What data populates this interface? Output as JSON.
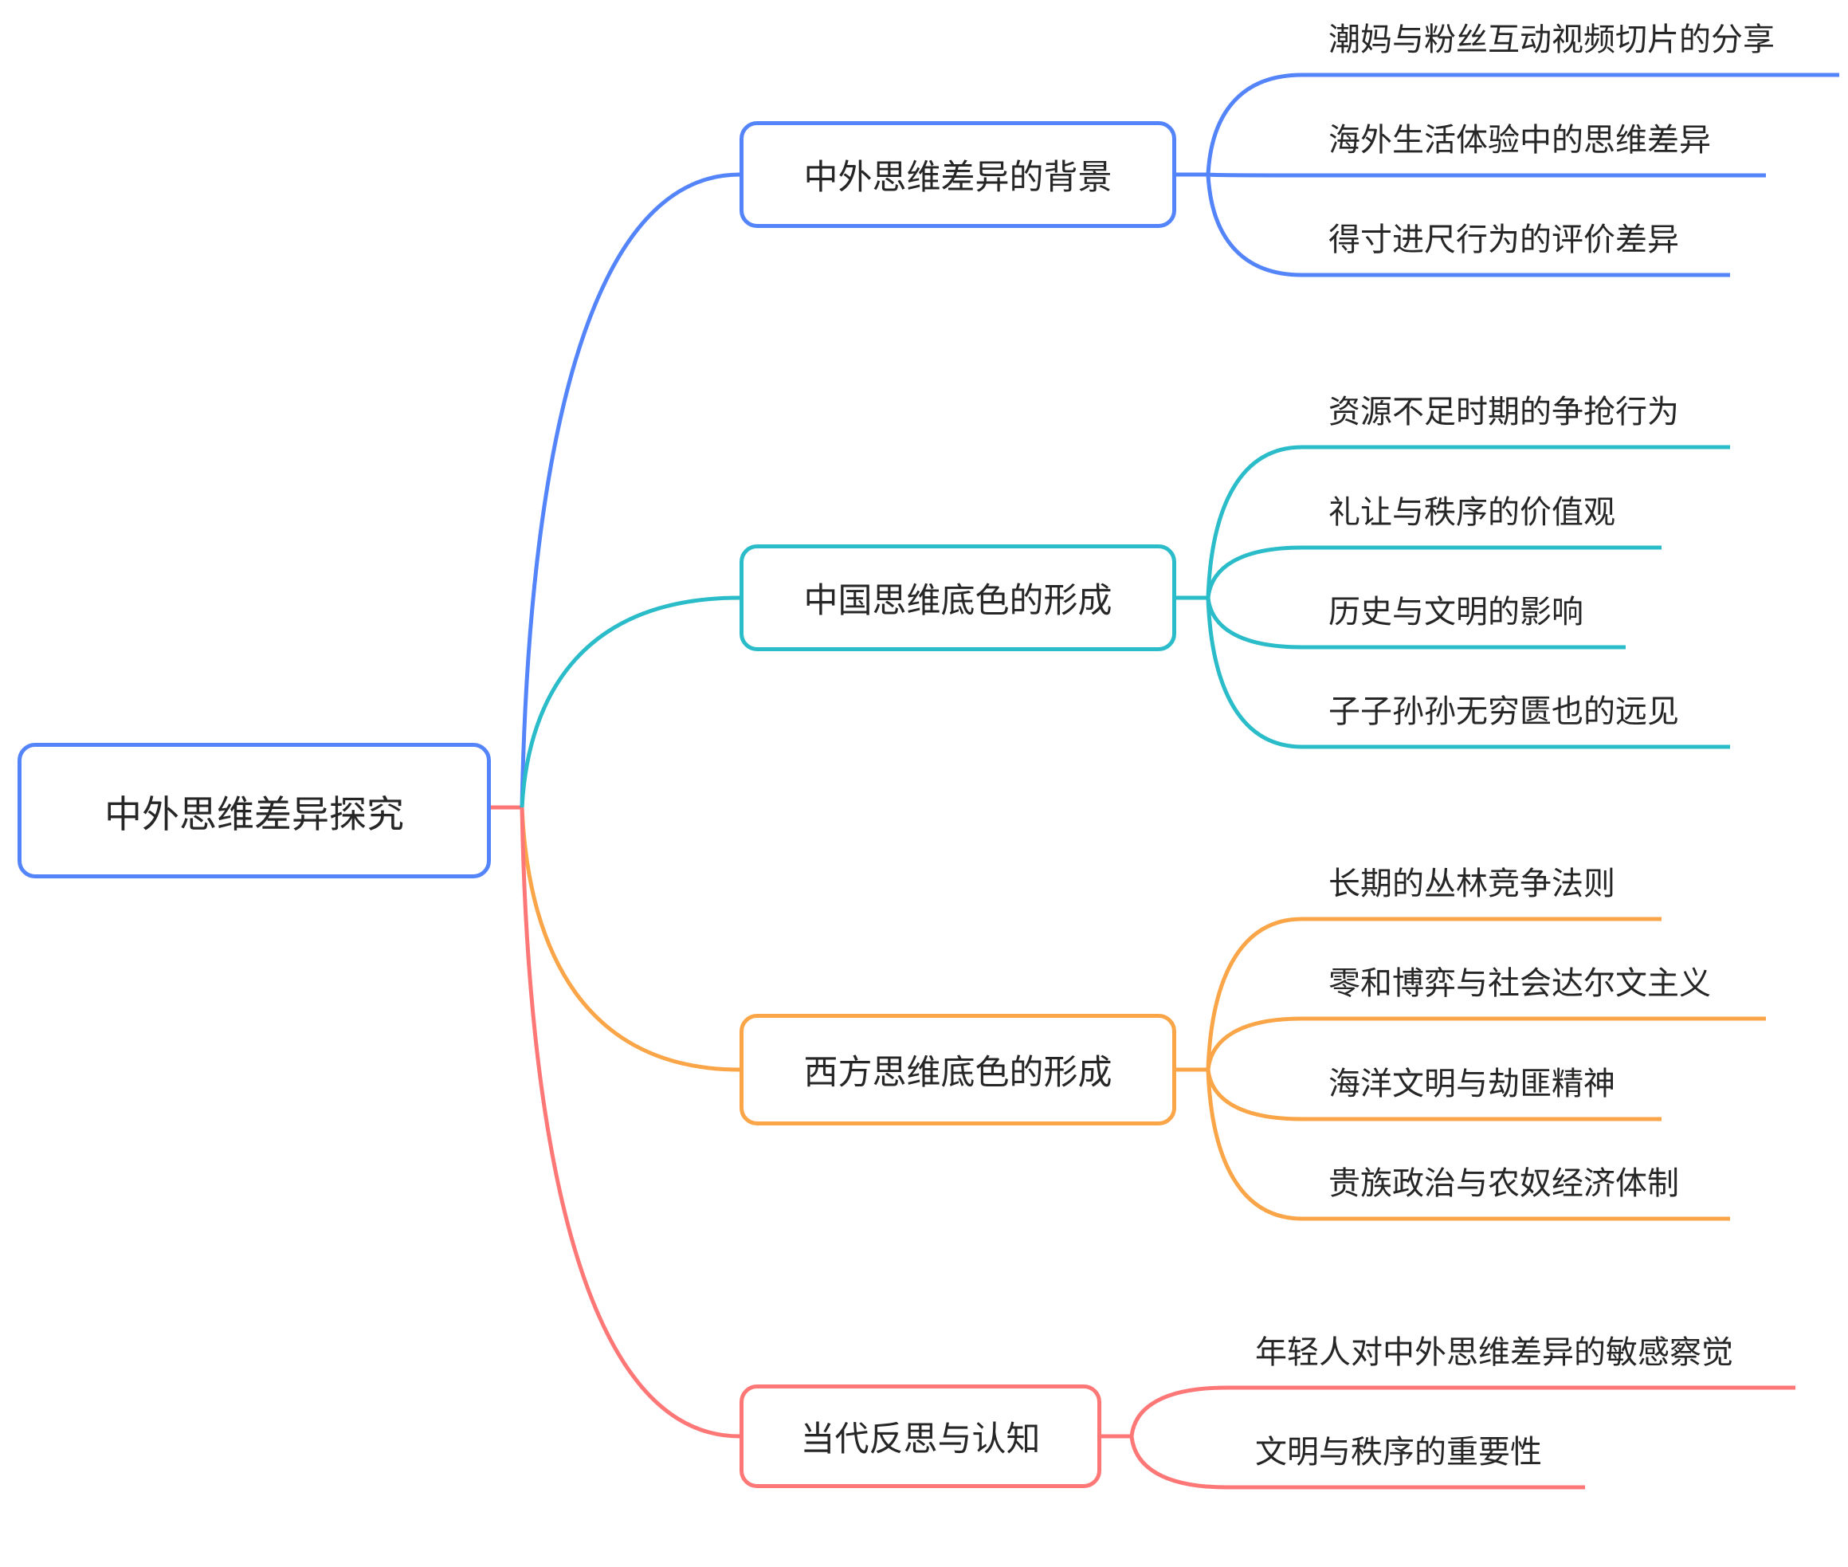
{
  "colors": {
    "root_border": "#5384fa",
    "text": "#262626"
  },
  "root": {
    "label": "中外思维差异探究",
    "connector_color": "#fd7777"
  },
  "branches": [
    {
      "label": "中外思维差异的背景",
      "color": "#5384fa",
      "children": [
        "潮妈与粉丝互动视频切片的分享",
        "海外生活体验中的思维差异",
        "得寸进尺行为的评价差异"
      ]
    },
    {
      "label": "中国思维底色的形成",
      "color": "#2bbcc9",
      "children": [
        "资源不足时期的争抢行为",
        "礼让与秩序的价值观",
        "历史与文明的影响",
        "子子孙孙无穷匮也的远见"
      ]
    },
    {
      "label": "西方思维底色的形成",
      "color": "#f9a548",
      "children": [
        "长期的丛林竞争法则",
        "零和博弈与社会达尔文主义",
        "海洋文明与劫匪精神",
        "贵族政治与农奴经济体制"
      ]
    },
    {
      "label": "当代反思与认知",
      "color": "#fd7777",
      "children": [
        "年轻人对中外思维差异的敏感察觉",
        "文明与秩序的重要性"
      ]
    }
  ]
}
